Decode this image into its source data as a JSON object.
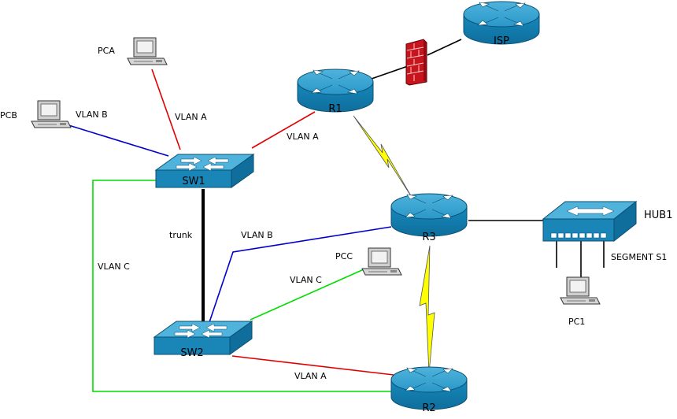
{
  "devices": {
    "isp": "ISP",
    "r1": "R1",
    "r2": "R2",
    "r3": "R3",
    "sw1": "SW1",
    "sw2": "SW2",
    "hub1": "HUB1",
    "pca": "PCA",
    "pcb": "PCB",
    "pcc": "PCC",
    "pc1": "PC1"
  },
  "links": {
    "pca_sw1": "VLAN A",
    "pcb_sw1": "VLAN B",
    "sw1_r1": "VLAN A",
    "sw1_sw2": "trunk",
    "sw2_r3": "VLAN B",
    "sw1_r2": "VLAN C",
    "sw2_pcc": "VLAN C",
    "sw2_r2": "VLAN A",
    "hub_segment": "SEGMENT S1"
  },
  "colors": {
    "vlan_a": "#e00000",
    "vlan_b": "#0000cc",
    "vlan_c": "#00dd00",
    "trunk": "#000000",
    "serial": "#ffff00",
    "device_blue": "#1a86b8"
  }
}
